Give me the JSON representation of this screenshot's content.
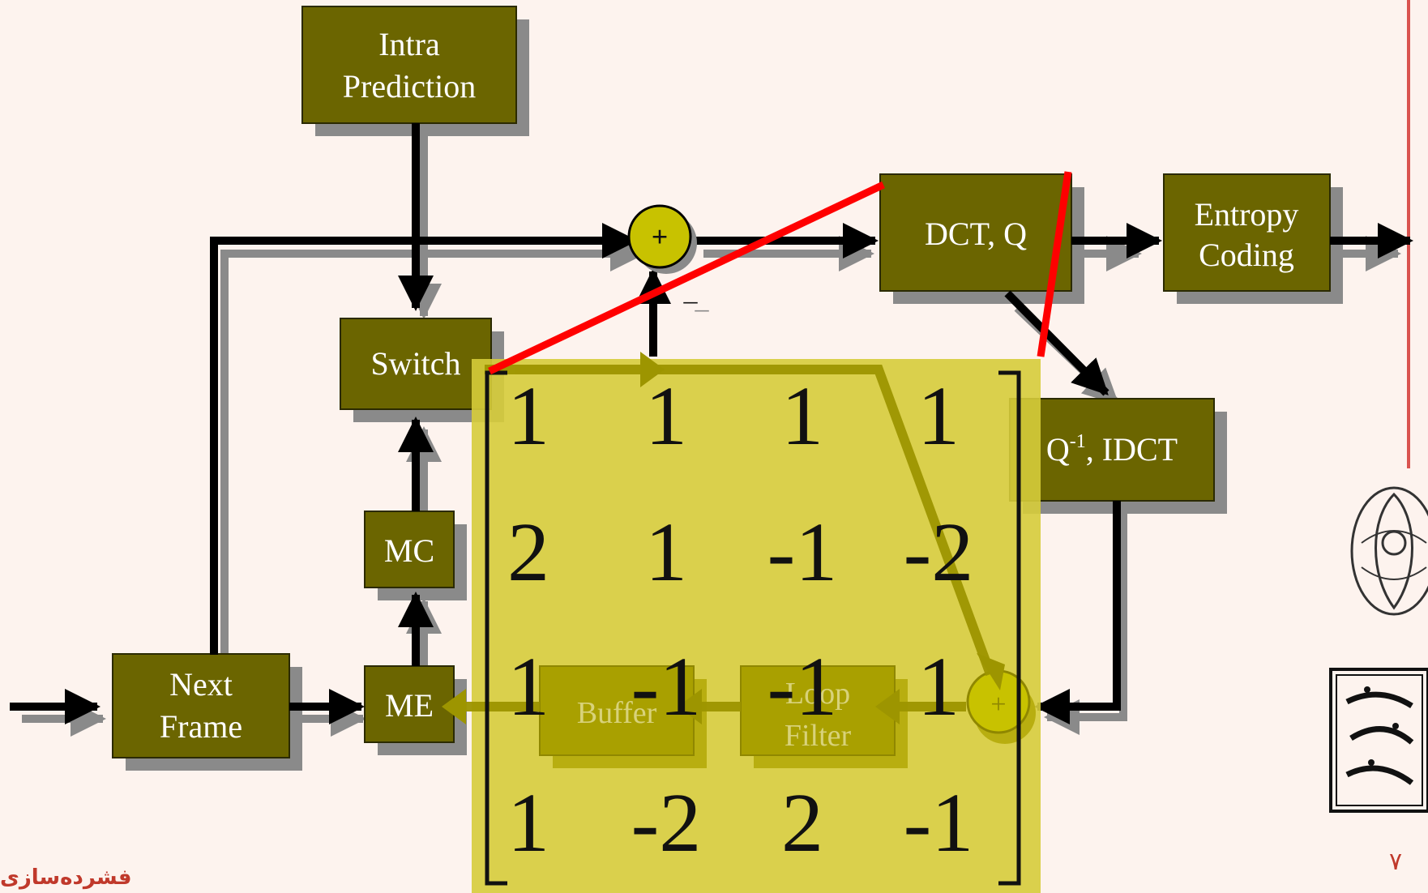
{
  "blocks": {
    "intra_prediction": [
      "Intra",
      "Prediction"
    ],
    "switch": "Switch",
    "mc": "MC",
    "me": "ME",
    "next_frame": [
      "Next",
      "Frame"
    ],
    "dct_q": "DCT, Q",
    "entropy_coding": [
      "Entropy",
      "Coding"
    ],
    "q_inv_idct": {
      "q": "Q",
      "sup": "-1",
      "rest": ", IDCT"
    },
    "buffer": "Buffer",
    "loop_filter": [
      "Loop",
      "Filter"
    ]
  },
  "adders": {
    "top": "+",
    "bottom": "+",
    "minus": "_"
  },
  "matrix": [
    [
      "1",
      "1",
      "1",
      "1"
    ],
    [
      "2",
      "1",
      "-1",
      "-2"
    ],
    [
      "1",
      "-1",
      "-1",
      "1"
    ],
    [
      "1",
      "-2",
      "2",
      "-1"
    ]
  ],
  "footer": {
    "title": "فشرده‌سازی",
    "page": "۷"
  },
  "colors": {
    "background": "#fdf3ee",
    "block": "#6b6500",
    "highlight": "#d6cc3a",
    "adder": "#c8c200",
    "accent_red": "#ff0000"
  }
}
